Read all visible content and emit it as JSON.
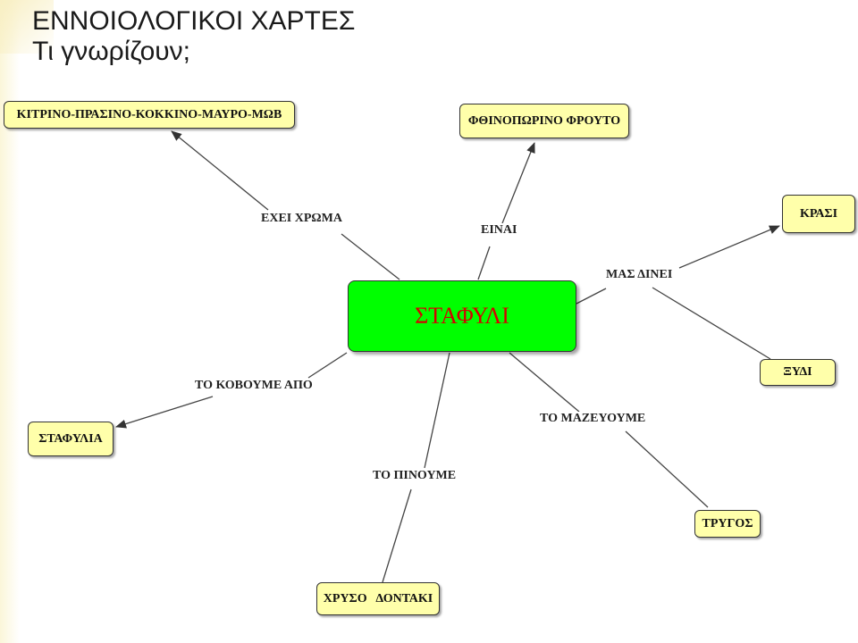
{
  "slide": {
    "title": "ΕΝΝΟΙΟΛΟΓΙΚΟΙ ΧΑΡΤΕΣ",
    "subtitle": "Τι γνωρίζουν;"
  },
  "concepts": {
    "center": "ΣΤΑΦΥΛΙ",
    "colors": "ΚΙΤΡΙΝΟ-ΠΡΑΣΙΝΟ-ΚΟΚΚΙΝΟ-ΜΑΥΡΟ-ΜΩΒ",
    "autumn_fruit": "ΦΘΙΝΟΠΩΡΙΝΟ ΦΡΟΥΤΟ",
    "wine": "ΚΡΑΣΙ",
    "vinegar": "ΞΥΔΙ",
    "bunches": "ΣΤΑΦΥΛΙΑ",
    "harvest": "ΤΡΥΓΟΣ",
    "golden_teeth": "ΧΡΥΣΟ   ΔΟΝΤΑΚΙ"
  },
  "links": {
    "has_color": "ΕΧΕΙ ΧΡΩΜΑ",
    "is": "ΕΙΝΑΙ",
    "gives_us": "ΜΑΣ ΔΙΝΕΙ",
    "we_cut_from": "ΤΟ ΚΟΒΟΥΜΕ ΑΠΟ",
    "we_collect": "ΤΟ ΜΑΖΕΥΟΥΜΕ",
    "we_drink": "ΤΟ ΠΙΝΟΥΜΕ"
  }
}
